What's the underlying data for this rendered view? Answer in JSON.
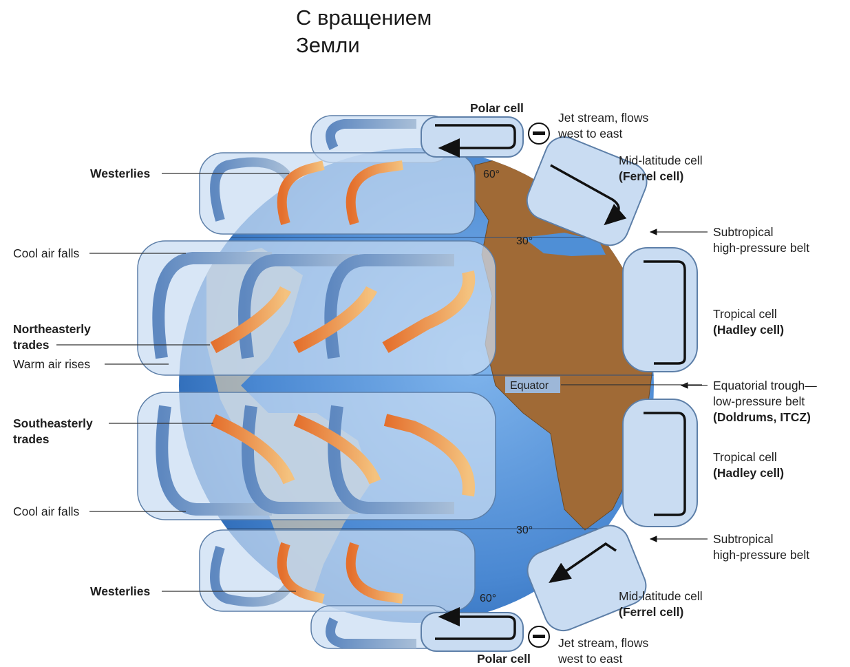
{
  "title": {
    "line1": "С вращением",
    "line2": "Земли"
  },
  "labels": {
    "polar_cell_top": "Polar cell",
    "polar_cell_bottom": "Polar cell",
    "jet_top": [
      "Jet stream, flows",
      "west to east"
    ],
    "jet_bottom": [
      "Jet stream, flows",
      "west to east"
    ],
    "ferrel_top": [
      "Mid-latitude cell",
      "(Ferrel cell)"
    ],
    "ferrel_bottom": [
      "Mid-latitude cell",
      "(Ferrel cell)"
    ],
    "subtropical_top": [
      "Subtropical",
      "high-pressure belt"
    ],
    "subtropical_bottom": [
      "Subtropical",
      "high-pressure belt"
    ],
    "hadley_top": [
      "Tropical cell",
      "(Hadley cell)"
    ],
    "hadley_bottom": [
      "Tropical cell",
      "(Hadley cell)"
    ],
    "itcz": [
      "Equatorial trough—",
      "low-pressure belt",
      "(Doldrums, ITCZ)"
    ],
    "westerlies_top": "Westerlies",
    "westerlies_bottom": "Westerlies",
    "cool_air_top": "Cool air falls",
    "cool_air_bottom": "Cool air falls",
    "ne_trades": [
      "Northeasterly",
      "trades"
    ],
    "se_trades": [
      "Southeasterly",
      "trades"
    ],
    "warm_air": "Warm air rises",
    "equator": "Equator",
    "lat_60_n": "60°",
    "lat_30_n": "30°",
    "lat_30_s": "30°",
    "lat_60_s": "60°"
  },
  "colors": {
    "ocean": "#4f8fd6",
    "land": "#a0703c",
    "band": "#bfd6f0",
    "warm_arrow": "#e8803a",
    "cool_arrow": "#6f97c9"
  }
}
